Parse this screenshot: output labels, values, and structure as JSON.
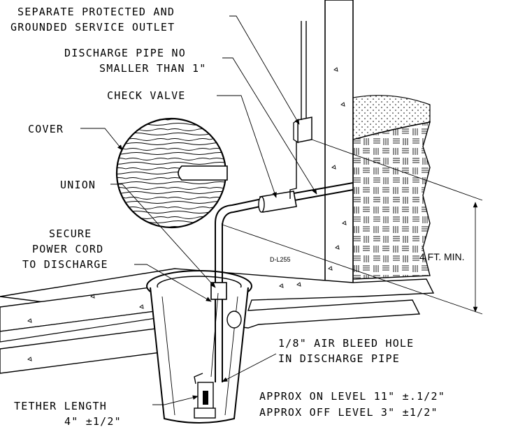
{
  "labels": {
    "outlet_line1": "SEPARATE PROTECTED AND",
    "outlet_line2": "GROUNDED SERVICE OUTLET",
    "discharge_line1": "DISCHARGE PIPE NO",
    "discharge_line2": "SMALLER THAN 1\"",
    "check_valve": "CHECK VALVE",
    "cover": "COVER",
    "union": "UNION",
    "secure_line1": "SECURE",
    "secure_line2": "POWER CORD",
    "secure_line3": "TO DISCHARGE",
    "model_code": "D-L255",
    "height_dim": "4 FT. MIN.",
    "bleed_line1": "1/8\" AIR BLEED HOLE",
    "bleed_line2": "IN DISCHARGE PIPE",
    "on_level": "APPROX ON LEVEL 11\" ±.1/2\"",
    "off_level": "APPROX OFF LEVEL 3\" ±1/2\"",
    "tether_line1": "TETHER LENGTH",
    "tether_line2": "4\" ±1/2\""
  },
  "colors": {
    "ink": "#000000",
    "paper": "#ffffff"
  }
}
